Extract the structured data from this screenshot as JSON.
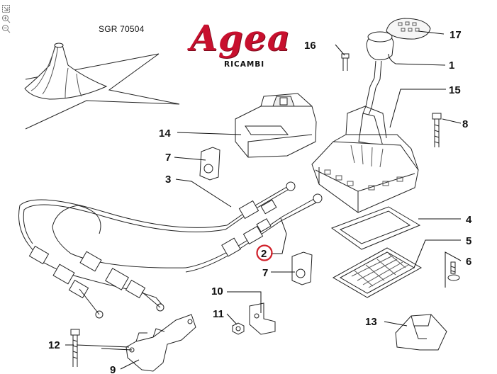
{
  "viewer": {
    "tools": [
      {
        "name": "fit-page-icon"
      },
      {
        "name": "zoom-in-icon"
      },
      {
        "name": "zoom-out-icon"
      }
    ]
  },
  "diagram": {
    "reference_code": "SGR 70504",
    "brand": {
      "name": "Agea",
      "subtitle": "RICAMBI",
      "color": "#c8102e"
    },
    "highlight_color": "#d0202a",
    "callouts": [
      {
        "id": "c1",
        "label": "1"
      },
      {
        "id": "c2",
        "label": "2",
        "highlighted": true
      },
      {
        "id": "c3",
        "label": "3"
      },
      {
        "id": "c4",
        "label": "4"
      },
      {
        "id": "c5",
        "label": "5"
      },
      {
        "id": "c6",
        "label": "6"
      },
      {
        "id": "c7a",
        "label": "7"
      },
      {
        "id": "c7b",
        "label": "7"
      },
      {
        "id": "c8",
        "label": "8"
      },
      {
        "id": "c9",
        "label": "9"
      },
      {
        "id": "c10",
        "label": "10"
      },
      {
        "id": "c11",
        "label": "11"
      },
      {
        "id": "c12",
        "label": "12"
      },
      {
        "id": "c13",
        "label": "13"
      },
      {
        "id": "c14",
        "label": "14"
      },
      {
        "id": "c15",
        "label": "15"
      },
      {
        "id": "c16",
        "label": "16"
      },
      {
        "id": "c17",
        "label": "17"
      }
    ]
  }
}
